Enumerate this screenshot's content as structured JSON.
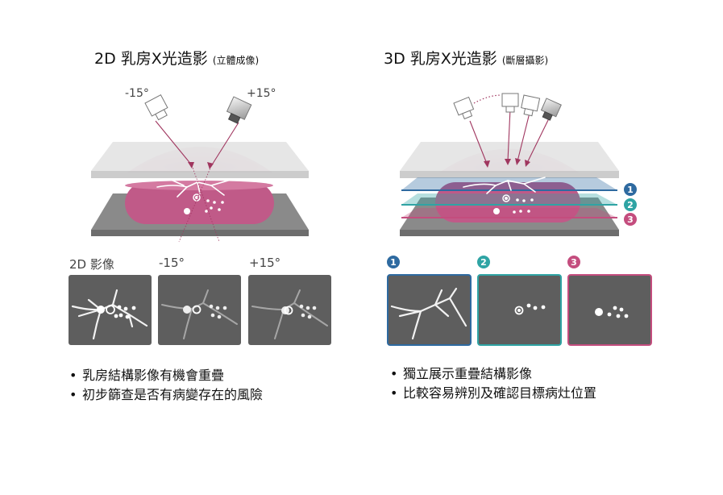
{
  "left": {
    "title_main": "2D 乳房X光造影",
    "title_sub": "(立體成像)",
    "angle_neg": "-15°",
    "angle_pos": "+15°",
    "image_labels": [
      "2D 影像",
      "-15°",
      "+15°"
    ],
    "bullets": [
      "乳房結構影像有機會重疊",
      "初步篩查是否有病變存在的風險"
    ]
  },
  "right": {
    "title_main": "3D 乳房X光造影",
    "title_sub": "(斷層攝影)",
    "layer_numbers": [
      "1",
      "2",
      "3"
    ],
    "bullets": [
      "獨立展示重疊結構影像",
      "比較容易辨別及確認目標病灶位置"
    ]
  },
  "colors": {
    "layer1": "#2e6aa0",
    "layer2": "#2fa4a4",
    "layer3": "#c44d7e",
    "tissue": "#c05a88",
    "panel": "#5e5e5e",
    "plate": "#8a8a8a"
  },
  "icons": [
    "xray-source-icon",
    "detector-plate-icon"
  ]
}
